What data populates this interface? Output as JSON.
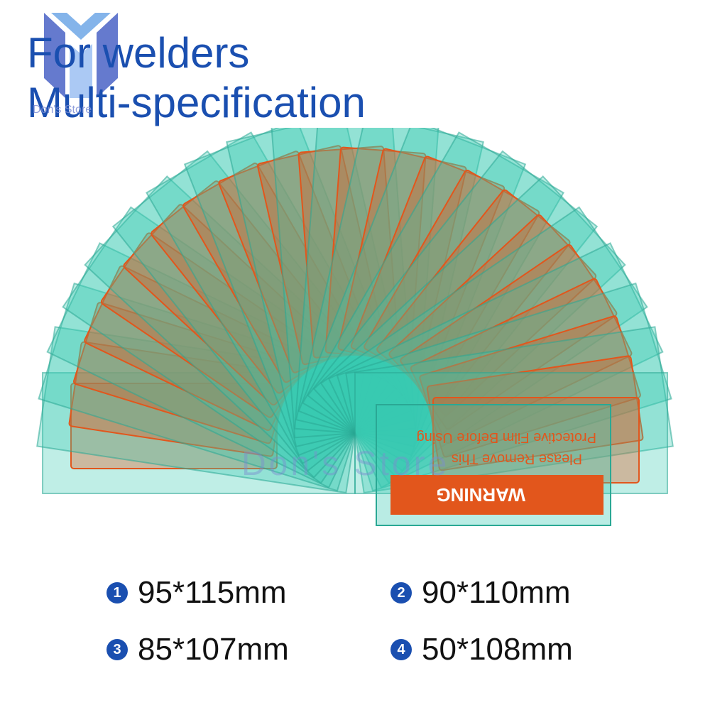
{
  "headline": {
    "line1": "For welders",
    "line2": "Multi-specification"
  },
  "watermark": "Don's Store",
  "colors": {
    "headline": "#1a4fb0",
    "lens": "#37c9b2",
    "label": "#e2561c",
    "badge": "#1a4fb0"
  },
  "lens_label": {
    "warning": "WARNING",
    "line1": "Please Remove This",
    "line2": "Protective Film Before Using"
  },
  "specs": [
    {
      "num": "1",
      "text": "95*115mm"
    },
    {
      "num": "2",
      "text": "90*110mm"
    },
    {
      "num": "3",
      "text": "85*107mm"
    },
    {
      "num": "4",
      "text": "50*108mm"
    }
  ]
}
